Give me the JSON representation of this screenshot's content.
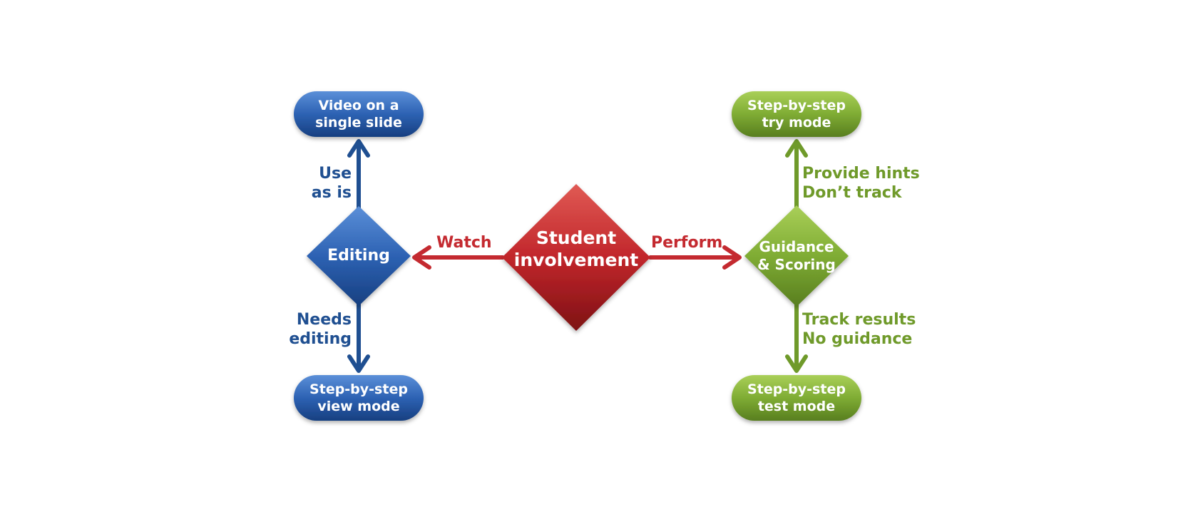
{
  "center": {
    "line1": "Student",
    "line2": "involvement"
  },
  "left_branch": {
    "arrow_label": "Watch",
    "decision": "Editing",
    "up_label": [
      "Use",
      "as is"
    ],
    "down_label": [
      "Needs",
      "editing"
    ],
    "top_box": [
      "Video on a",
      "single slide"
    ],
    "bottom_box": [
      "Step-by-step",
      "view mode"
    ]
  },
  "right_branch": {
    "arrow_label": "Perform",
    "decision": [
      "Guidance",
      "& Scoring"
    ],
    "up_label": [
      "Provide hints",
      "Don’t track"
    ],
    "down_label": [
      "Track results",
      "No guidance"
    ],
    "top_box": [
      "Step-by-step",
      "try mode"
    ],
    "bottom_box": [
      "Step-by-step",
      "test mode"
    ]
  },
  "colors": {
    "blue": "#1f4f91",
    "green": "#6f9a2a",
    "red": "#c42a30"
  }
}
